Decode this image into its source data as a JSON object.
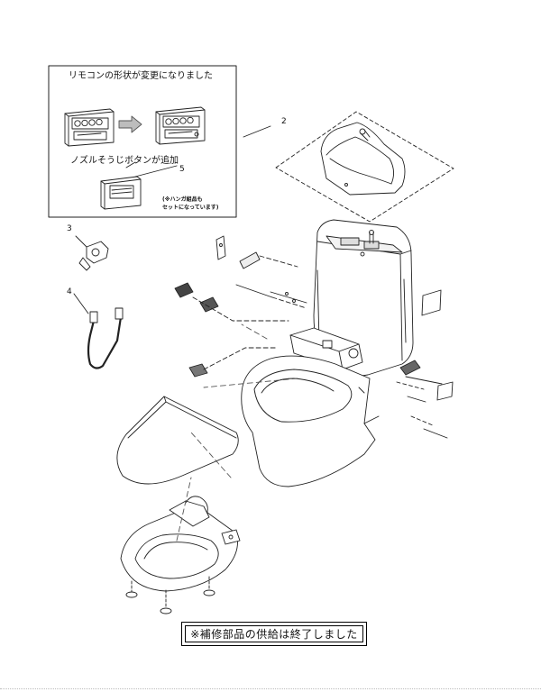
{
  "inset": {
    "remote_changed": "リモコンの形状が変更になりました",
    "nozzle_button_added": "ノズルそうじボタンが追加",
    "hanger_note_line1": "(※ハンガ組品も",
    "hanger_note_line2": "セットになっています)"
  },
  "parts": {
    "p2": "2",
    "p3": "3",
    "p4": "4",
    "p5": "5"
  },
  "notice": {
    "text": "※補修部品の供給は終了しました"
  }
}
